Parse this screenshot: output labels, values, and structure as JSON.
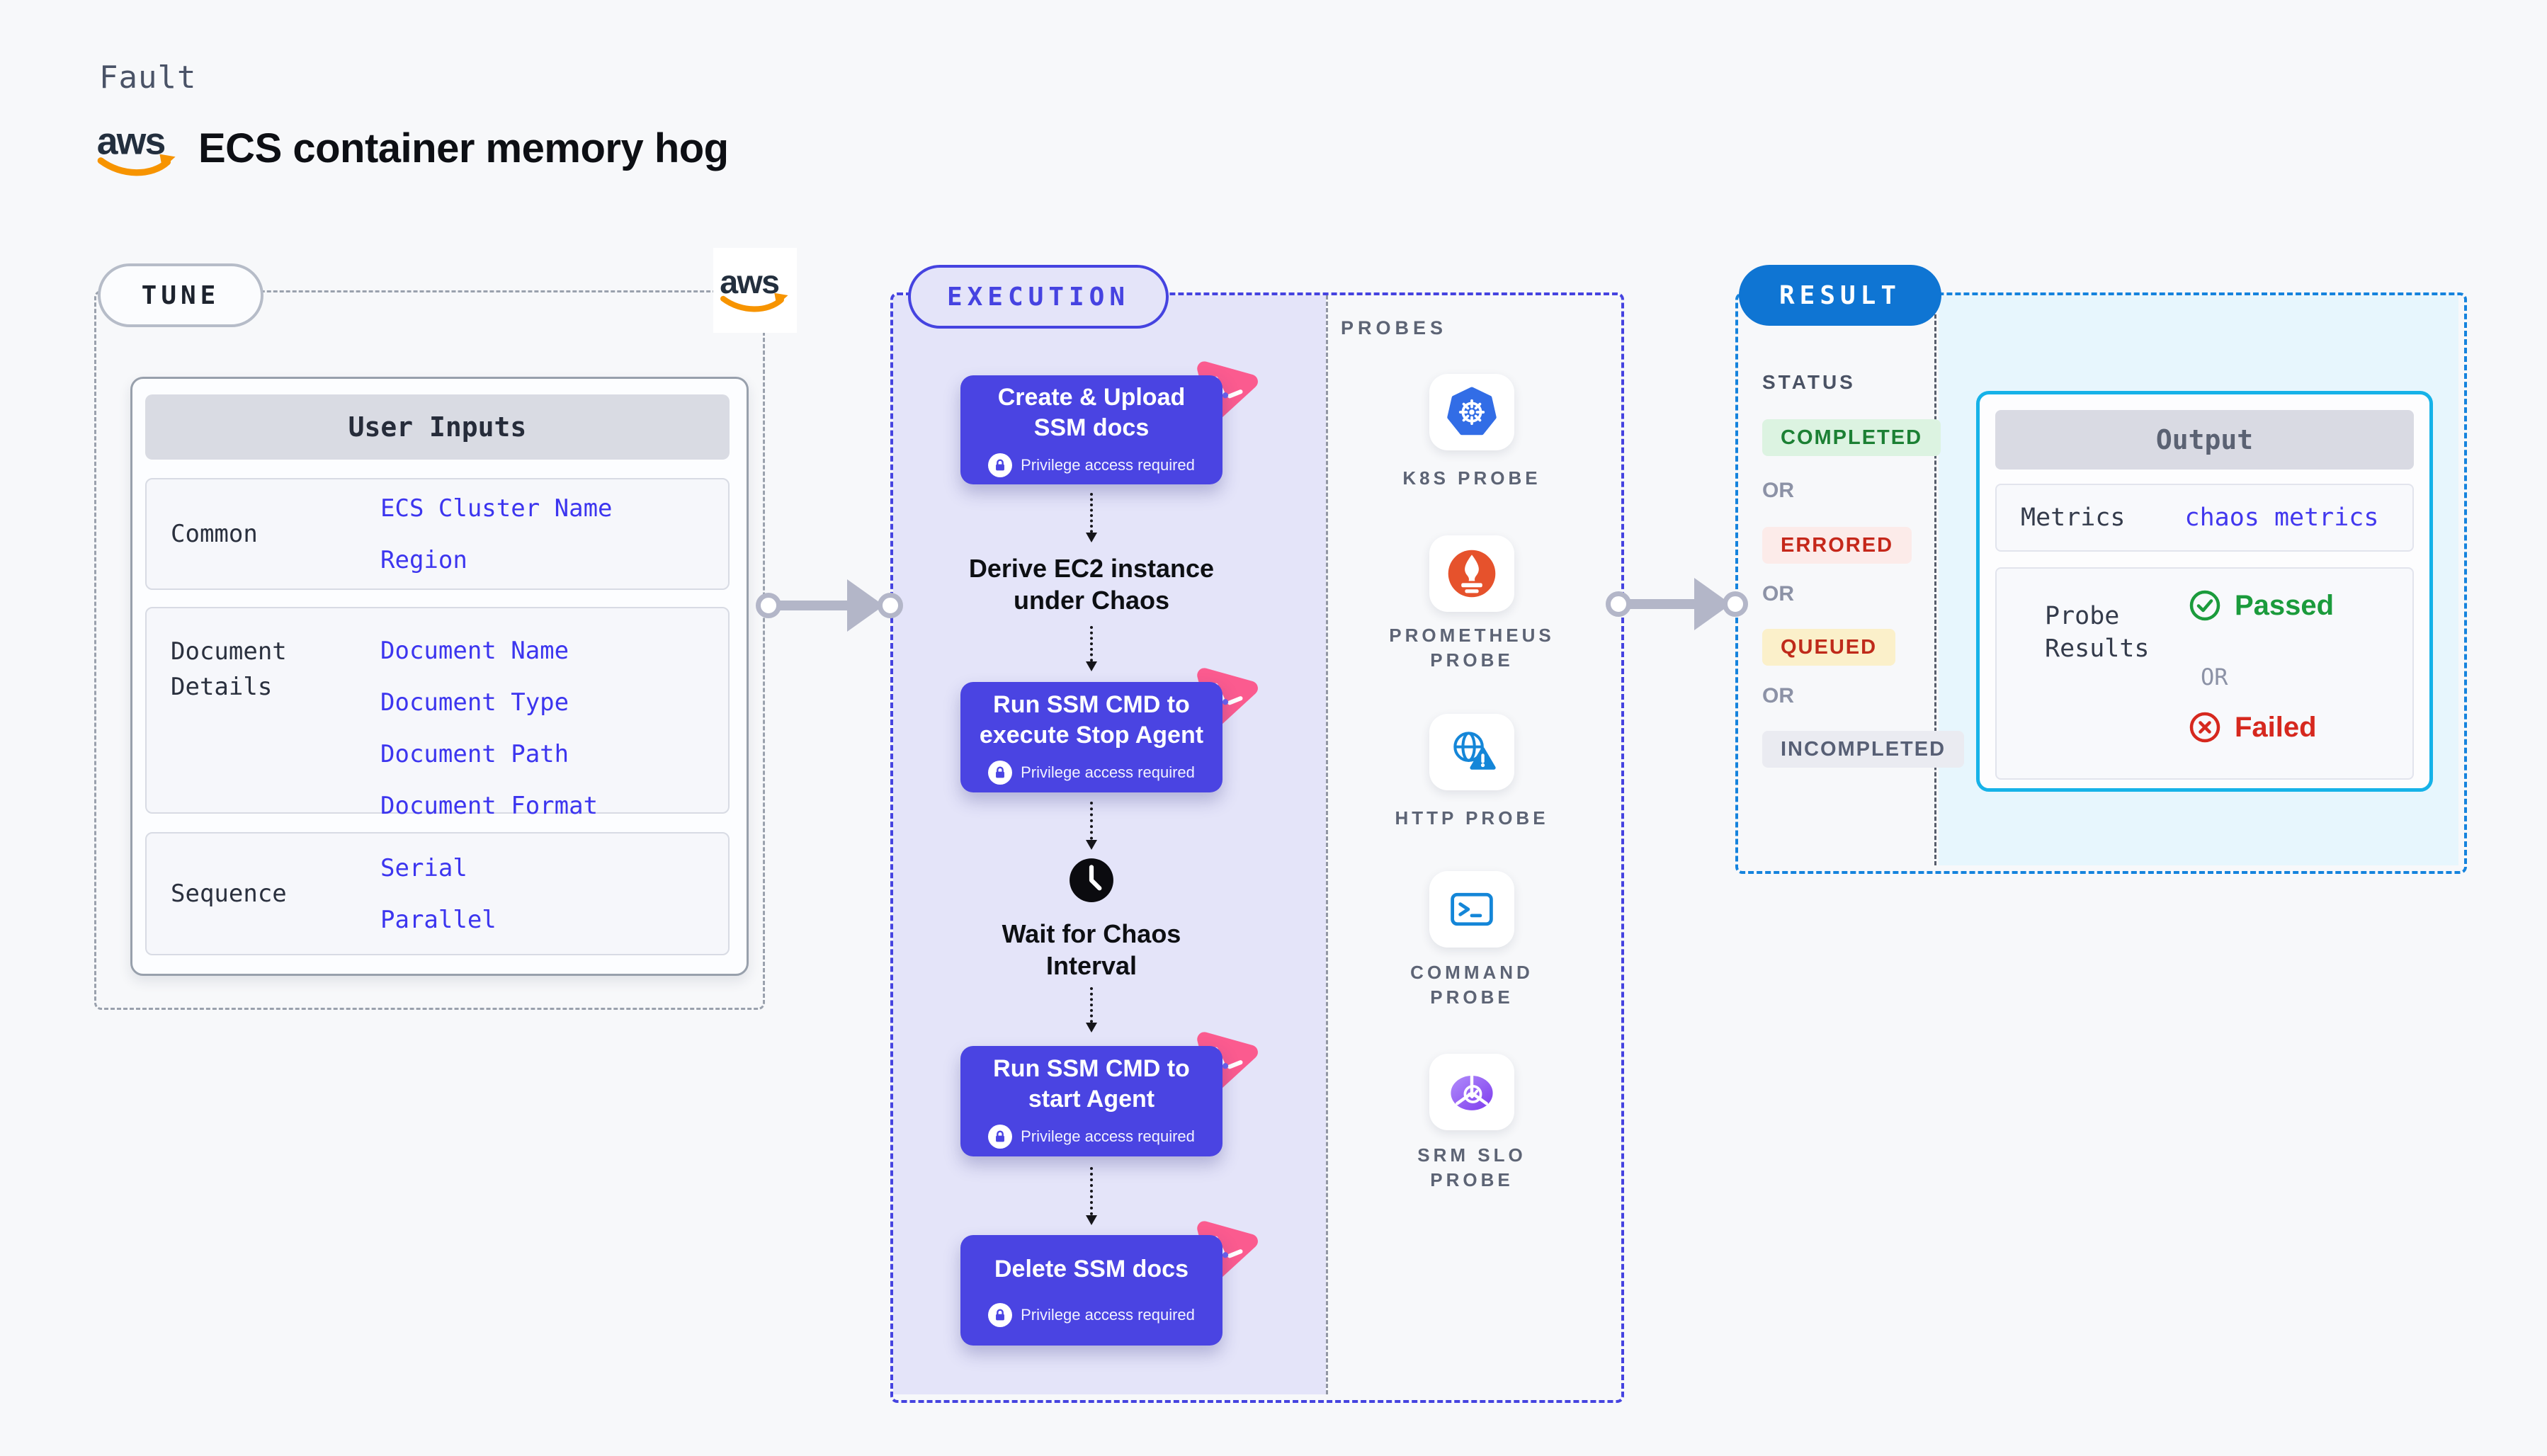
{
  "header": {
    "kicker": "Fault",
    "title": "ECS container memory hog",
    "aws_wordmark": "aws"
  },
  "tune": {
    "pill": "TUNE",
    "user_inputs": {
      "header": "User Inputs",
      "rows": [
        {
          "label": "Common",
          "values": [
            "ECS Cluster Name",
            "Region"
          ]
        },
        {
          "label": "Document Details",
          "values": [
            "Document Name",
            "Document Type",
            "Document Path",
            "Document Format"
          ]
        },
        {
          "label": "Sequence",
          "values": [
            "Serial",
            "Parallel"
          ]
        }
      ]
    }
  },
  "execution": {
    "pill": "EXECUTION",
    "privilege_note": "Privilege access required",
    "steps": [
      {
        "title": "Create & Upload SSM docs",
        "icon": "litmus-chaos-icon"
      },
      {
        "title": "Run SSM CMD to execute Stop Agent",
        "icon": "litmus-chaos-icon"
      },
      {
        "title": "Run SSM CMD to start Agent",
        "icon": "litmus-chaos-icon"
      },
      {
        "title": "Delete SSM docs",
        "icon": "litmus-chaos-icon"
      }
    ],
    "derive_label": "Derive EC2 instance under Chaos",
    "wait_label": "Wait for Chaos Interval",
    "wait_icon": "clock-icon"
  },
  "probes": {
    "label": "PROBES",
    "items": [
      {
        "name": "K8S PROBE",
        "icon": "kubernetes-icon"
      },
      {
        "name": "PROMETHEUS PROBE",
        "icon": "prometheus-icon"
      },
      {
        "name": "HTTP PROBE",
        "icon": "globe-warning-icon"
      },
      {
        "name": "COMMAND PROBE",
        "icon": "terminal-icon"
      },
      {
        "name": "SRM SLO PROBE",
        "icon": "srm-slo-gauge-icon"
      }
    ]
  },
  "result": {
    "pill": "RESULT",
    "status_label": "STATUS",
    "or_label": "OR",
    "statuses": [
      {
        "text": "COMPLETED",
        "fg": "#1c8034",
        "bg": "#dcf3e1"
      },
      {
        "text": "ERRORED",
        "fg": "#c5271a",
        "bg": "#fcebe9"
      },
      {
        "text": "QUEUED",
        "fg": "#bf2a1a",
        "bg": "#fbf0ca"
      },
      {
        "text": "INCOMPLETED",
        "fg": "#575f75",
        "bg": "#eaebf1"
      }
    ],
    "output": {
      "header": "Output",
      "metrics_label": "Metrics",
      "metrics_value": "chaos metrics",
      "probe_results_label": "Probe Results",
      "passed_label": "Passed",
      "passed_icon": "check-circle-icon",
      "failed_label": "Failed",
      "failed_icon": "x-circle-icon",
      "or_label": "OR"
    }
  },
  "colors": {
    "page_bg": "#f7f8fa",
    "tune_dash": "#9aa1ad",
    "execution_dash": "#4543e0",
    "execution_fill": "#e4e4f9",
    "step_box": "#4a44e2",
    "litmus_pink": "#fb5b8f",
    "result_dash": "#1583dd",
    "result_pill": "#0f75d3",
    "result_fill": "#e7f6fd",
    "output_border": "#16b2e8",
    "value_indigo": "#3c35ef",
    "arrow_gray": "#b3b6c8",
    "aws_navy": "#232f3e",
    "aws_orange": "#f79400",
    "kubernetes_blue": "#326de6",
    "prometheus_orange": "#e6522c",
    "probe_icon_blue": "#1486d8",
    "passed_green": "#1b9b3c",
    "failed_red": "#d6281e"
  }
}
